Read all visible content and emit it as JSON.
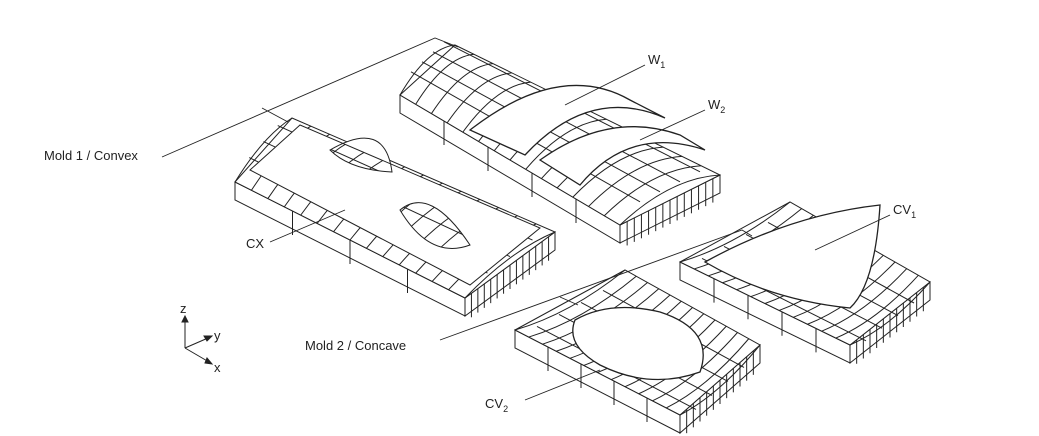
{
  "labels": {
    "mold1": "Mold 1 / Convex",
    "mold2": "Mold 2 / Concave",
    "cx": "CX",
    "w1": "W",
    "w1_sub": "1",
    "w2": "W",
    "w2_sub": "2",
    "cv1": "CV",
    "cv1_sub": "1",
    "cv2": "CV",
    "cv2_sub": "2"
  },
  "axes": {
    "z": "z",
    "y": "y",
    "x": "x"
  },
  "colors": {
    "line": "#222222",
    "background": "#ffffff"
  }
}
